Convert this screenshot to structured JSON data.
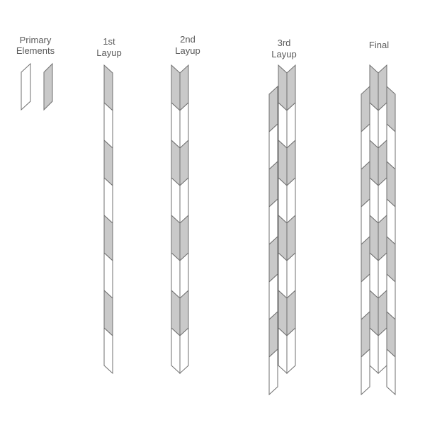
{
  "labels": {
    "primary": [
      "Primary",
      "Elements"
    ],
    "layup1": [
      "1st",
      "Layup"
    ],
    "layup2": [
      "2nd",
      "Layup"
    ],
    "layup3": [
      "3rd",
      "Layup"
    ],
    "final": [
      "Final"
    ]
  },
  "colors": {
    "fill_gray": "#c9c9c9",
    "fill_white": "#ffffff",
    "stroke": "#6f6f6f",
    "label": "#5a5a5a"
  },
  "pattern": {
    "segment_sequence": [
      "gray",
      "white",
      "gray",
      "white",
      "gray",
      "white",
      "gray",
      "white"
    ],
    "segments_per_strip": 8
  }
}
